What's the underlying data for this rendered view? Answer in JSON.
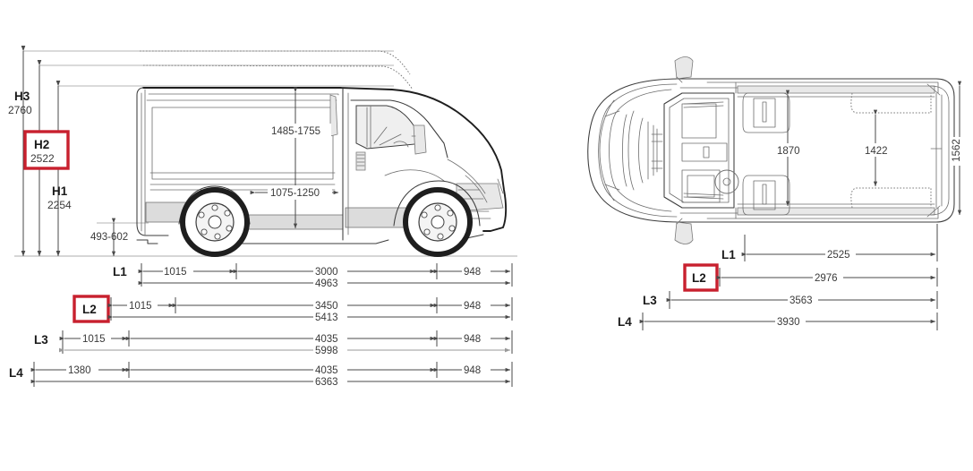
{
  "document": {
    "kind": "vehicle-dimension-drawing",
    "views": [
      "side-elevation",
      "top-plan"
    ],
    "highlight_color": "#c8202e",
    "units": "mm"
  },
  "side_view": {
    "height_dimensions": [
      {
        "code": "H3",
        "value": "2760",
        "highlighted": false
      },
      {
        "code": "H2",
        "value": "2522",
        "highlighted": true
      },
      {
        "code": "H1",
        "value": "2254",
        "highlighted": false
      }
    ],
    "loading_height": "493-602",
    "interior_height": "1485-1755",
    "interior_width_lower": "1075-1250",
    "length_rows": [
      {
        "code": "L1",
        "highlighted": false,
        "front_overhang": "1015",
        "wheelbase": "3000",
        "rear_overhang": "948",
        "total": "4963"
      },
      {
        "code": "L2",
        "highlighted": true,
        "front_overhang": "1015",
        "wheelbase": "3450",
        "rear_overhang": "948",
        "total": "5413"
      },
      {
        "code": "L3",
        "highlighted": false,
        "front_overhang": "1015",
        "wheelbase": "4035",
        "rear_overhang": "948",
        "total": "5998"
      },
      {
        "code": "L4",
        "highlighted": false,
        "front_overhang": "1380",
        "wheelbase": "4035",
        "rear_overhang": "948",
        "total": "6363"
      }
    ]
  },
  "top_view": {
    "interior_width": "1870",
    "wheel_arch_width": "1422",
    "overall_width": "1562",
    "length_rows": [
      {
        "code": "L1",
        "highlighted": false,
        "value": "2525"
      },
      {
        "code": "L2",
        "highlighted": true,
        "value": "2976"
      },
      {
        "code": "L3",
        "highlighted": false,
        "value": "3563"
      },
      {
        "code": "L4",
        "highlighted": false,
        "value": "3930"
      }
    ]
  }
}
